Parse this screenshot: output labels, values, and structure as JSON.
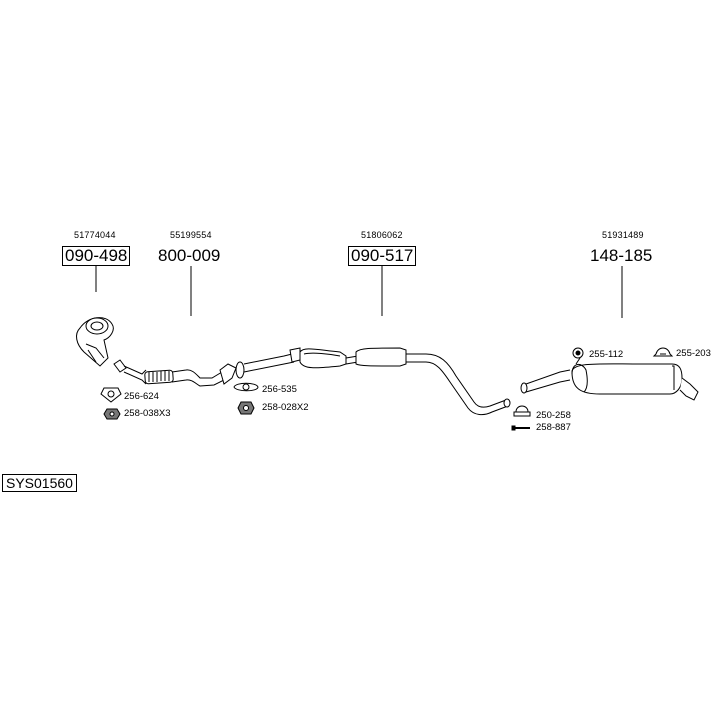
{
  "system_code": "SYS01560",
  "parts": [
    {
      "oe": "51774044",
      "number": "090-498",
      "boxed": true
    },
    {
      "oe": "55199554",
      "number": "800-009",
      "boxed": false
    },
    {
      "oe": "51806062",
      "number": "090-517",
      "boxed": true
    },
    {
      "oe": "51931489",
      "number": "148-185",
      "boxed": false
    }
  ],
  "accessories": {
    "a1": "256-624",
    "a2": "258-038X3",
    "a3": "256-535",
    "a4": "258-028X2",
    "a5": "255-112",
    "a6": "255-203",
    "a7": "250-258",
    "a8": "258-887"
  }
}
